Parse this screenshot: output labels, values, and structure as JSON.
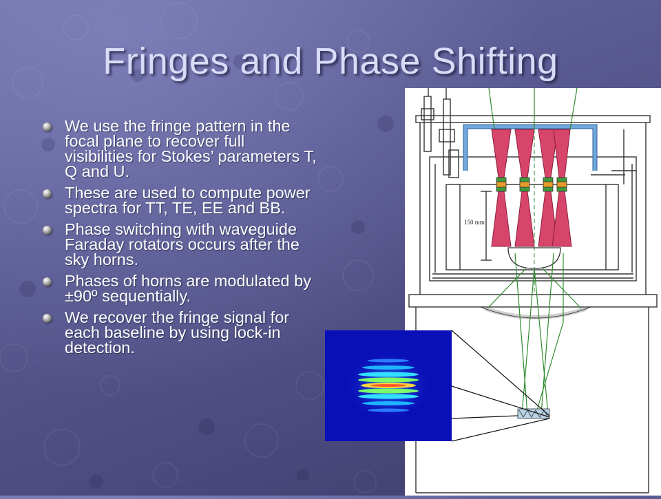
{
  "slide": {
    "title": "Fringes and Phase Shifting",
    "bullets": [
      "We use the fringe pattern in the focal plane to recover full visibilities for Stokes’ parameters T, Q and U.",
      "These are used to compute power spectra for TT, TE, EE and BB.",
      "Phase switching with waveguide Faraday rotators occurs after the sky horns.",
      "Phases of horns are modulated by ±90º sequentially.",
      "We recover the fringe signal for each baseline by using lock-in detection."
    ]
  },
  "diagram": {
    "dimension_label": "150 mm"
  },
  "colors": {
    "text": "#ffffff",
    "title": "#d9dcf7",
    "horn_fill": "#d8456a",
    "waveguide": "#6fa7dc",
    "beam": "#2e8b2e",
    "fringe_background": "#0a10b8"
  }
}
